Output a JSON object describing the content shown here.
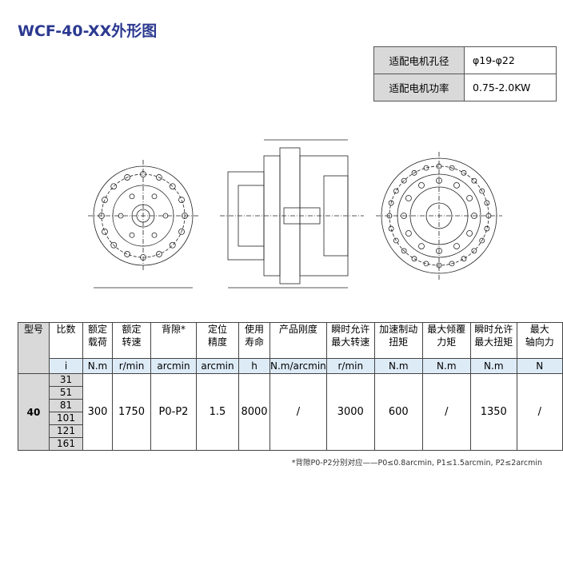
{
  "title": "WCF-40-XX外形图",
  "spec": [
    {
      "label": "适配电机孔径",
      "value": "φ19-φ22"
    },
    {
      "label": "适配电机功率",
      "value": "0.75-2.0KW"
    }
  ],
  "table": {
    "headers": [
      "型号",
      "比数",
      "额定\n载荷",
      "额定\n转速",
      "背隙*",
      "定位\n精度",
      "使用\n寿命",
      "产品刚度",
      "瞬时允许\n最大转速",
      "加速制动\n扭矩",
      "最大倾覆\n力矩",
      "瞬时允许\n最大扭矩",
      "最大\n轴向力"
    ],
    "units": [
      "i",
      "N.m",
      "r/min",
      "arcmin",
      "arcmin",
      "h",
      "N.m/arcmin",
      "r/min",
      "N.m",
      "N.m",
      "N.m",
      "N"
    ],
    "model": "40",
    "ratios": [
      "31",
      "51",
      "81",
      "101",
      "121",
      "161"
    ],
    "values": [
      "300",
      "1750",
      "P0-P2",
      "1.5",
      "8000",
      "/",
      "3000",
      "600",
      "/",
      "1350",
      "/"
    ]
  },
  "note": "*背隙P0-P2分别对应——P0≤0.8arcmin, P1≤1.5arcmin, P2≤2arcmin"
}
